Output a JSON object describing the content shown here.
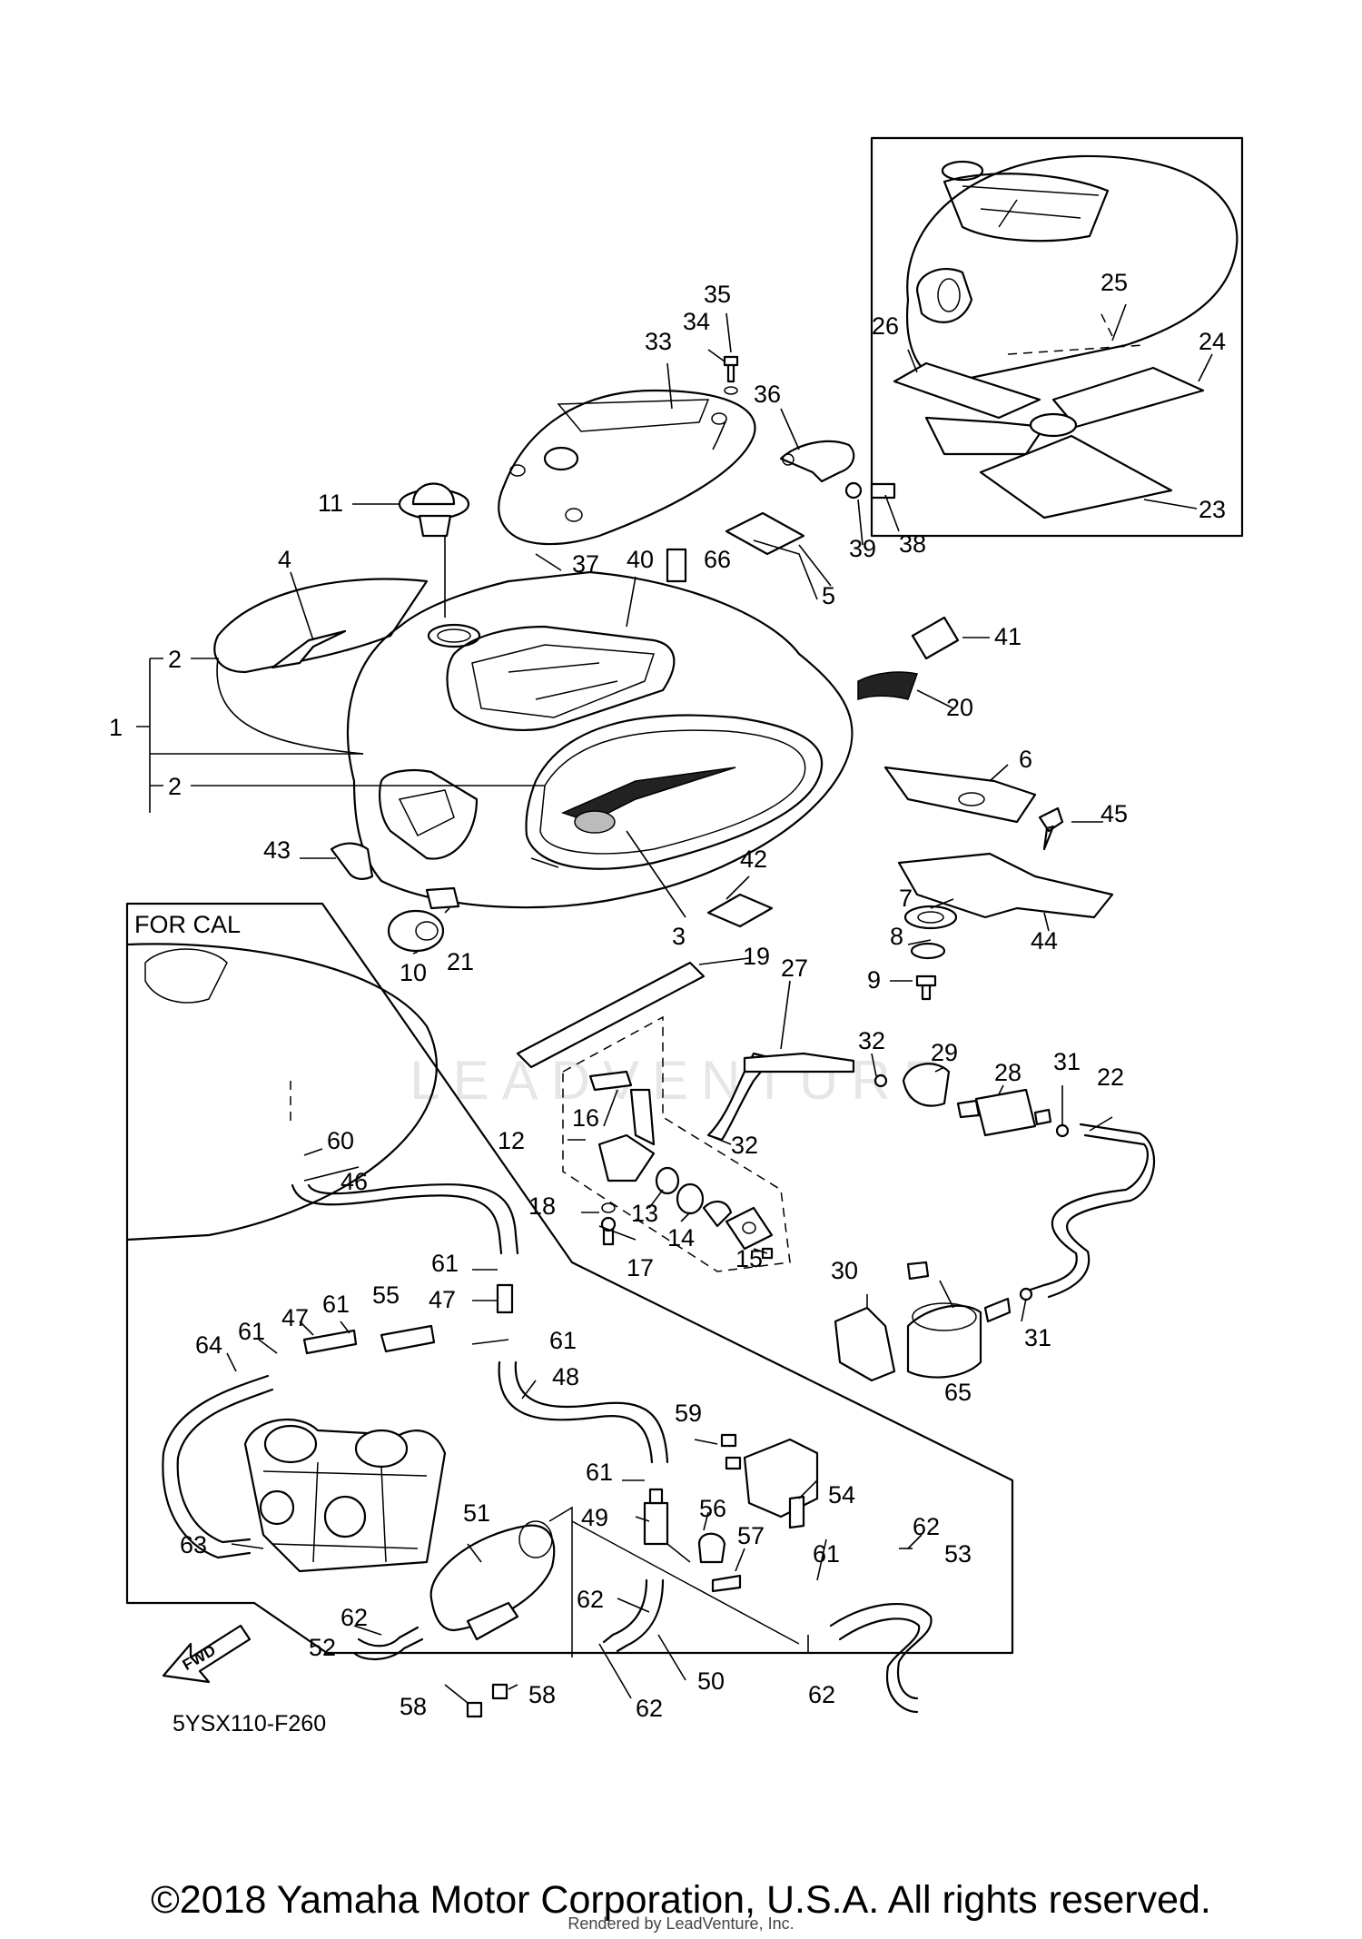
{
  "diagram": {
    "labels": {
      "l1": "1",
      "l2a": "2",
      "l2b": "2",
      "l3": "3",
      "l4": "4",
      "l5": "5",
      "l6": "6",
      "l7": "7",
      "l8": "8",
      "l9": "9",
      "l10": "10",
      "l11": "11",
      "l12": "12",
      "l13": "13",
      "l14": "14",
      "l15": "15",
      "l16": "16",
      "l17": "17",
      "l18": "18",
      "l19": "19",
      "l20": "20",
      "l21": "21",
      "l22": "22",
      "l23": "23",
      "l24": "24",
      "l25": "25",
      "l26": "26",
      "l27": "27",
      "l28": "28",
      "l29": "29",
      "l30": "30",
      "l31a": "31",
      "l31b": "31",
      "l32a": "32",
      "l32b": "32",
      "l33": "33",
      "l34": "34",
      "l35": "35",
      "l36": "36",
      "l37": "37",
      "l38": "38",
      "l39": "39",
      "l40": "40",
      "l41": "41",
      "l42": "42",
      "l43": "43",
      "l44": "44",
      "l45": "45",
      "l46": "46",
      "l47a": "47",
      "l47b": "47",
      "l48": "48",
      "l49": "49",
      "l50": "50",
      "l51": "51",
      "l52": "52",
      "l53": "53",
      "l54": "54",
      "l55": "55",
      "l56": "56",
      "l57": "57",
      "l58a": "58",
      "l58b": "58",
      "l59": "59",
      "l60": "60",
      "l61a": "61",
      "l61b": "61",
      "l61c": "61",
      "l61d": "61",
      "l61e": "61",
      "l61f": "61",
      "l62a": "62",
      "l62b": "62",
      "l62c": "62",
      "l62d": "62",
      "l62e": "62",
      "l63": "63",
      "l64": "64",
      "l65": "65",
      "l66": "66"
    },
    "for_cal_label": "FOR CAL",
    "fwd_label": "FWD",
    "diagram_code": "5YSX110-F260",
    "watermark": "LEADVENTURE"
  },
  "footer": {
    "copyright": "©2018 Yamaha Motor Corporation, U.S.A. All rights reserved.",
    "rendered_by": "Rendered by LeadVenture, Inc."
  }
}
